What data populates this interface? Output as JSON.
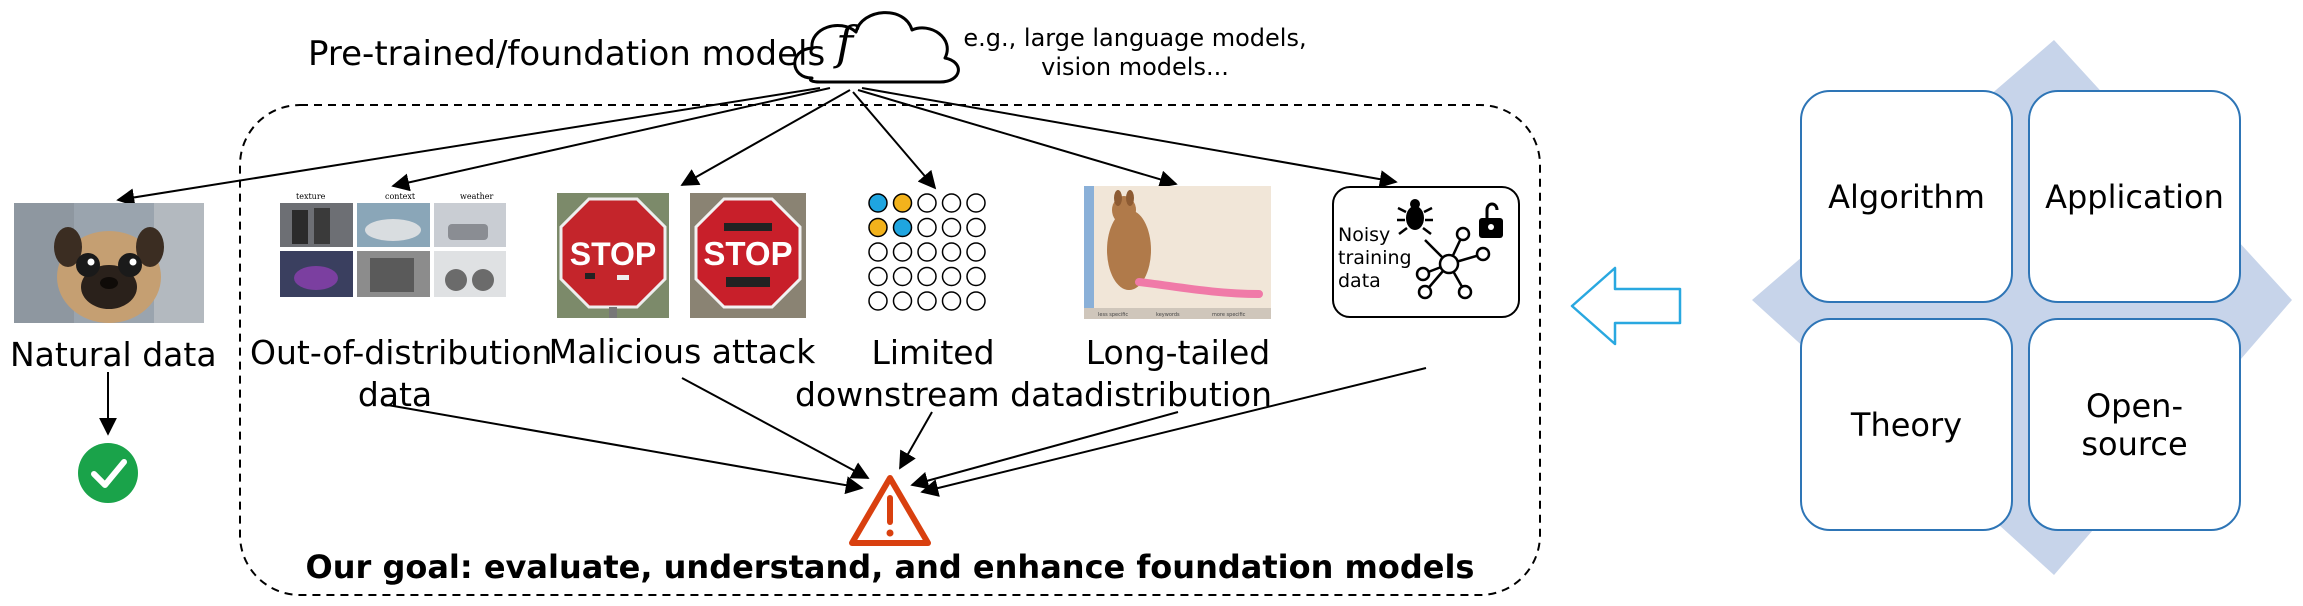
{
  "header": {
    "title": "Pre-trained/foundation models",
    "cloud_symbol": "f",
    "examples": [
      "e.g., large language models,",
      "vision models..."
    ]
  },
  "left": {
    "label": "Natural data",
    "check_color": "#1aa34a"
  },
  "categories": [
    {
      "id": "ood",
      "lines": [
        "Out-of-distribution",
        "data"
      ],
      "thumb_labels": [
        "texture",
        "context",
        "weather"
      ]
    },
    {
      "id": "attack",
      "lines": [
        "Malicious attack"
      ],
      "stop_sign_1": "STOP",
      "stop_sign_2": "STOP"
    },
    {
      "id": "limited",
      "lines": [
        "Limited",
        "downstream data"
      ]
    },
    {
      "id": "longtail",
      "lines": [
        "Long-tailed",
        "distribution"
      ],
      "axis_labels": [
        "less specific",
        "keywords",
        "more specific"
      ]
    },
    {
      "id": "noisy",
      "lines": [
        "Noisy",
        "training",
        "data"
      ]
    }
  ],
  "goal": {
    "text": "Our goal: evaluate, understand, and enhance foundation models",
    "warning_color": "#d9400f"
  },
  "quadrants": {
    "top_left": "Algorithm",
    "top_right": "Application",
    "bottom_left": "Theory",
    "bottom_right": [
      "Open-",
      "source"
    ]
  },
  "colors": {
    "quad_border": "#2e75b6",
    "diamond_fill": "#c7d4ea",
    "arrow_outline": "#29a8e0",
    "dot_blue": "#1fa5e0",
    "dot_orange": "#f2b21c"
  }
}
